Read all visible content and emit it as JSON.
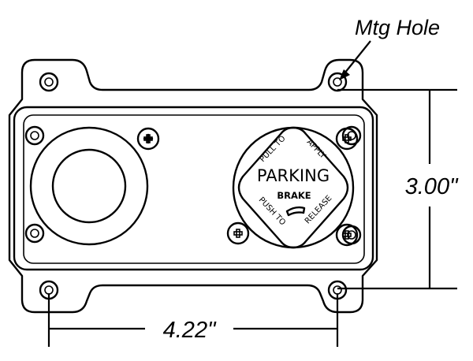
{
  "callout": {
    "mounting_hole": "Mtg Hole"
  },
  "dimensions": {
    "height": "3.00\"",
    "width": "4.22\""
  },
  "knob": {
    "title": "PARKING",
    "subtitle": "BRAKE",
    "pull_to": "PULL TO",
    "apply": "APPLY",
    "push_to": "PUSH TO",
    "release": "RELEASE"
  }
}
